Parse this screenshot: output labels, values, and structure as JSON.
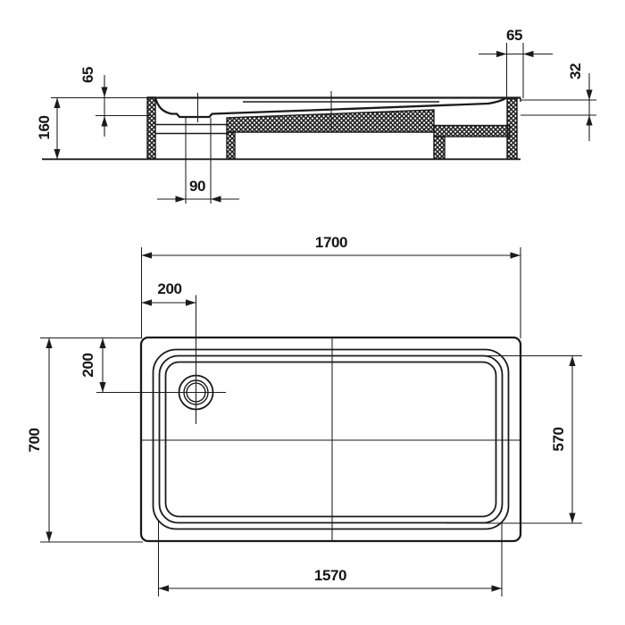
{
  "drawing": {
    "title": "shower-tray-technical-drawing",
    "line_color": "#1b1b1b",
    "background": "#ffffff",
    "section_view": {
      "name": "cross-section-view",
      "labels": {
        "depth": "65",
        "total_height": "160",
        "drain_diameter": "90",
        "rim_width": "65",
        "rim_height": "32"
      }
    },
    "plan_view": {
      "name": "top-plan-view",
      "labels": {
        "outer_length": "1700",
        "drain_offset_x": "200",
        "drain_offset_y": "200",
        "outer_width": "700",
        "inner_width": "570",
        "inner_length": "1570"
      }
    }
  }
}
